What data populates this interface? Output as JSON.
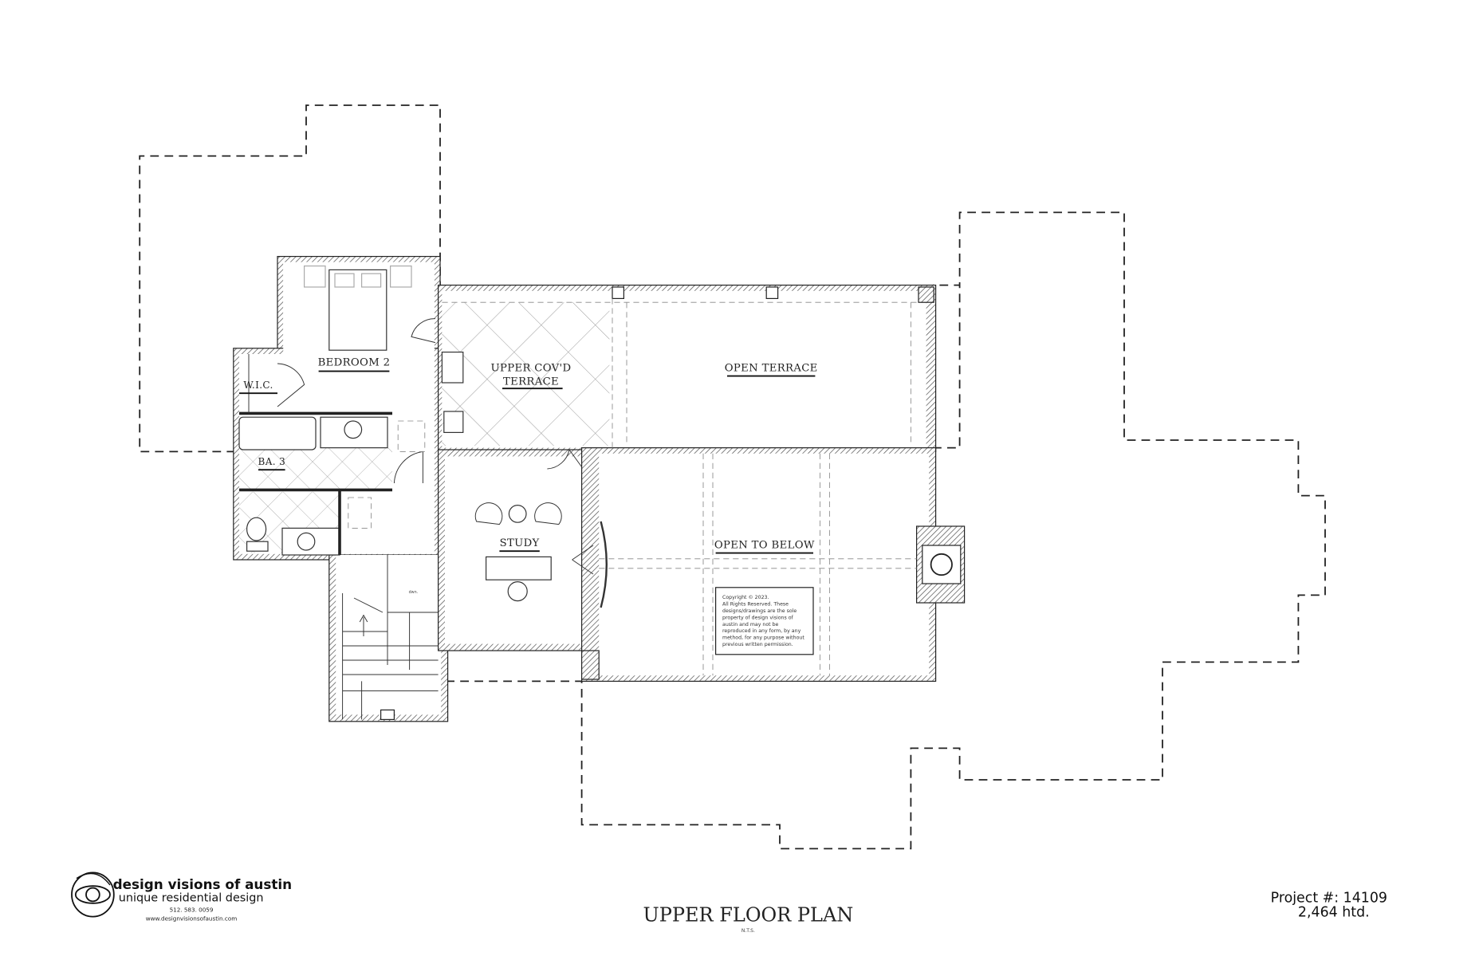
{
  "rooms": {
    "bedroom2": "BEDROOM 2",
    "wic": "W.I.C.",
    "bath3": "BA. 3",
    "upper_terrace_1": "UPPER COV'D",
    "upper_terrace_2": "TERRACE",
    "open_terrace": "OPEN TERRACE",
    "study": "STUDY",
    "open_to_below": "OPEN TO BELOW",
    "stair_note": "dwn."
  },
  "copyright": [
    "Copyright © 2023.",
    "All Rights Reserved. These",
    "designs/drawings are the sole",
    "property of design visions of",
    "austin and may not be",
    "reproduced in any form, by any",
    "method, for any purpose without",
    "previous written permission."
  ],
  "title_block": {
    "title": "UPPER FLOOR PLAN",
    "scale_note": "N.T.S."
  },
  "logo": {
    "company": "design visions of austin",
    "tagline": "unique residential design",
    "phone": "512. 583. 0059",
    "website": "www.designvisionsofaustin.com"
  },
  "project": {
    "number_line": "Project #: 14109",
    "area_line": "2,464 htd."
  }
}
